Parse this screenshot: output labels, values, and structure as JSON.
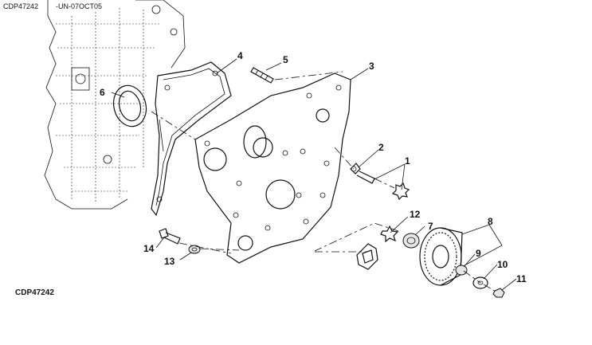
{
  "header": {
    "code": "CDP47242",
    "ref": "-UN-07OCT05"
  },
  "footer_code": "CDP47242",
  "callouts": [
    "1",
    "2",
    "3",
    "4",
    "5",
    "6",
    "7",
    "8",
    "9",
    "10",
    "11",
    "12",
    "13",
    "14"
  ]
}
